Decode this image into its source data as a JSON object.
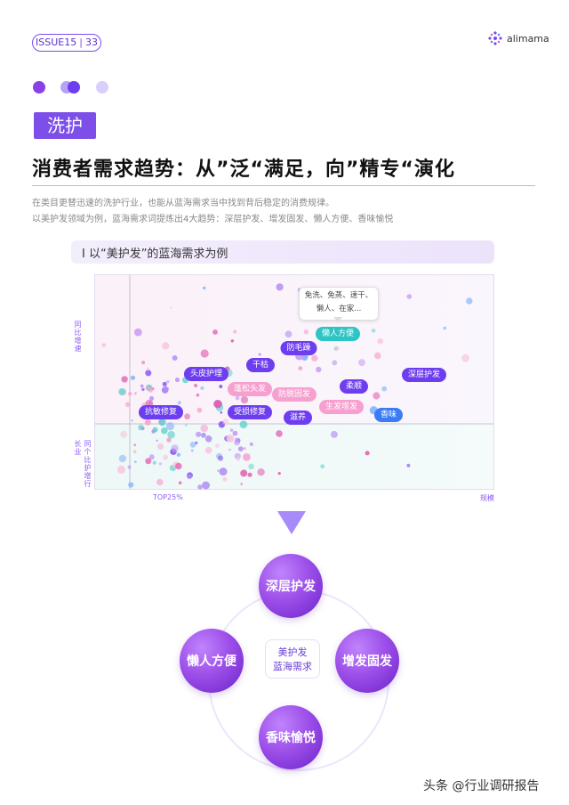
{
  "header": {
    "issue": "ISSUE15",
    "page": "33",
    "brand": "alimama"
  },
  "decor_colors": [
    "#8b3fe9",
    "#b7a2f7",
    "#6d3ef0",
    "#d9cffb"
  ],
  "section_tag": "洗护",
  "title": "消费者需求趋势：从”泛“满足，向”精专“演化",
  "intro": [
    "在类目更替迅速的洗护行业，也能从蓝海需求当中找到背后稳定的消费规律。",
    "以美护发领域为例，蓝海需求词提炼出4大趋势：深层护发、增发固发、懒人方便、香味愉悦"
  ],
  "example_title": "I 以“美护发”的蓝海需求为例",
  "chart": {
    "y_upper_label": "同比增速",
    "y_lower_label": "同个比护增行长业",
    "x_marker_label": "TOP25%",
    "x_axis_label": "规模",
    "note_lines": [
      "免洗、免蒸、速干、",
      "懒人、在家..."
    ],
    "labels": [
      {
        "text": "懒人方便",
        "color": "teal"
      },
      {
        "text": "防毛躁",
        "color": "purple"
      },
      {
        "text": "干枯",
        "color": "purple"
      },
      {
        "text": "头皮护理",
        "color": "purple"
      },
      {
        "text": "蓬松头发",
        "color": "pink"
      },
      {
        "text": "防脱固发",
        "color": "pink"
      },
      {
        "text": "柔顺",
        "color": "purple"
      },
      {
        "text": "深层护发",
        "color": "purple"
      },
      {
        "text": "抗敏修复",
        "color": "purple"
      },
      {
        "text": "受损修复",
        "color": "purple"
      },
      {
        "text": "滋养",
        "color": "purple"
      },
      {
        "text": "生发增发",
        "color": "pink"
      },
      {
        "text": "香味",
        "color": "blue"
      }
    ]
  },
  "trends": {
    "top": "深层护发",
    "left": "懒人方便",
    "right": "增发固发",
    "bottom": "香味愉悦",
    "center_lines": [
      "美护发",
      "蓝海需求"
    ]
  },
  "footer": "头条 @行业调研报告"
}
